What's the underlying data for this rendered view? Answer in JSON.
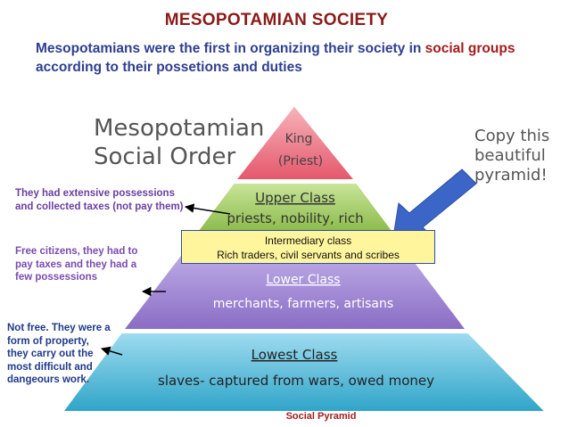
{
  "header": {
    "title": "MESOPOTAMIAN SOCIETY",
    "subtitle_part1": "Mesopotamians were the first in organizing their society in ",
    "subtitle_highlight": "social groups",
    "subtitle_part2": " according to their possetions and duties"
  },
  "diagram": {
    "heading_line1": "Mesopotamian",
    "heading_line2": "Social Order",
    "copy_note_line1": "Copy this",
    "copy_note_line2": "beautiful",
    "copy_note_line3": "pyramid!",
    "levels": [
      {
        "title": "King",
        "desc": "(Priest)",
        "color": "#e4576b"
      },
      {
        "title": "Upper Class",
        "desc": "priests, nobility, rich",
        "color": "#7fb23a"
      },
      {
        "title": "Lower Class",
        "desc": "merchants, farmers, artisans",
        "color": "#8a6cc4"
      },
      {
        "title": "Lowest Class",
        "desc": "slaves- captured from wars, owed money",
        "color": "#2fa4c9"
      }
    ],
    "intermediary": {
      "title": "Intermediary class",
      "desc": "Rich traders, civil servants and scribes"
    },
    "caption": "Social Pyramid"
  },
  "notes": {
    "upper": "They had extensive possessions and collected taxes (not pay them)",
    "lower": "Free citizens, they had to pay taxes and they had a few possessions",
    "lowest": "Not free. They were a form of property, they carry out the most difficult and dangeours work",
    "lowest_end": "."
  },
  "colors": {
    "arrow_blue": "#3b66c7",
    "title_red": "#8b1a1a",
    "subtitle_blue": "#2e3f8f"
  }
}
